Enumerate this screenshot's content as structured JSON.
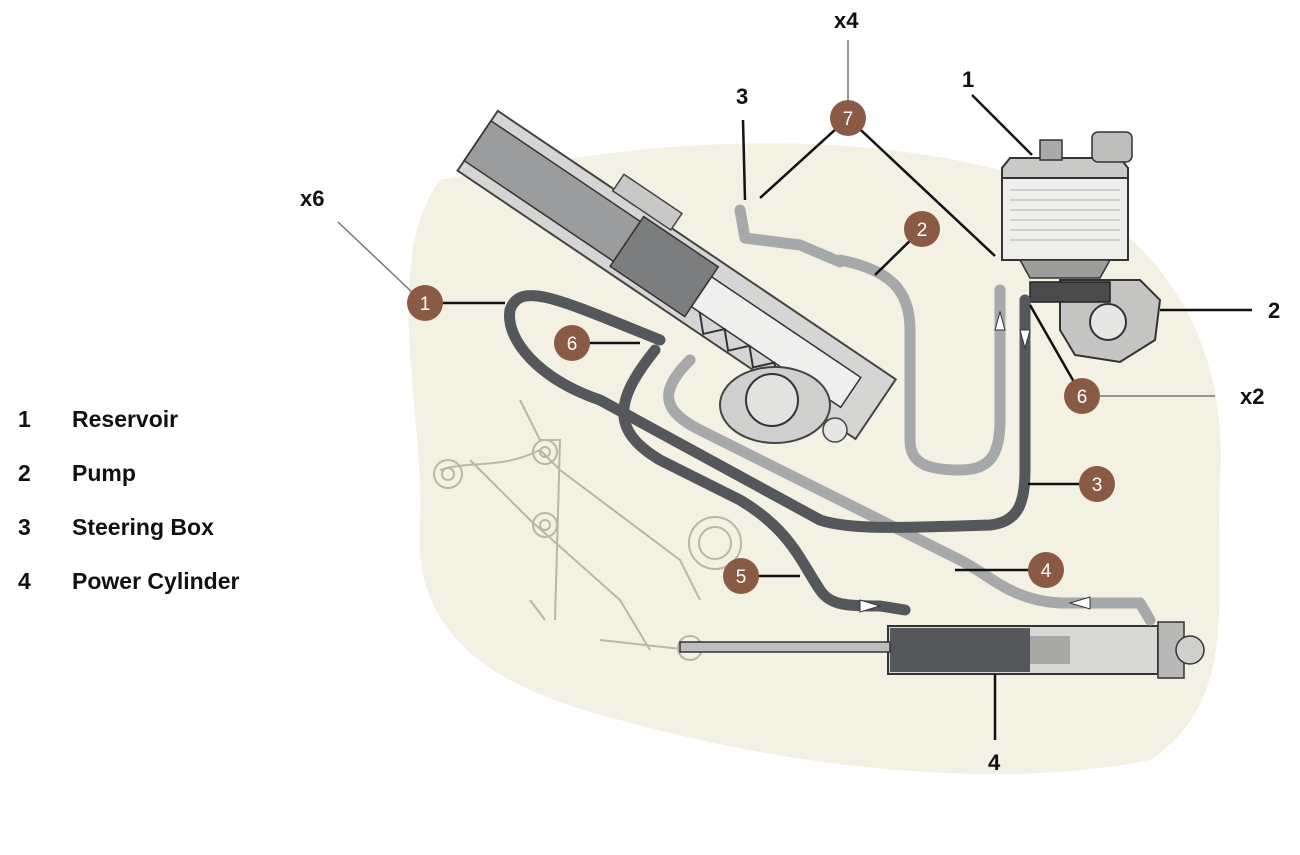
{
  "legend": [
    {
      "num": "1",
      "label": "Reservoir"
    },
    {
      "num": "2",
      "label": "Pump"
    },
    {
      "num": "3",
      "label": "Steering Box"
    },
    {
      "num": "4",
      "label": "Power Cylinder"
    }
  ],
  "component_labels": {
    "reservoir": "1",
    "pump": "2",
    "steering_box": "3",
    "power_cylinder": "4"
  },
  "callouts": {
    "a": "1",
    "b": "2",
    "c": "3",
    "d": "4",
    "e": "5",
    "f": "6",
    "g": "6",
    "h": "7"
  },
  "quantities": {
    "x6": "x6",
    "x4": "x4",
    "x2": "x2"
  },
  "colors": {
    "callout_fill": "#8b5a45",
    "dark_line": "#55575a",
    "light_line": "#a6a8aa",
    "background_shade": "#f3f1e4"
  }
}
